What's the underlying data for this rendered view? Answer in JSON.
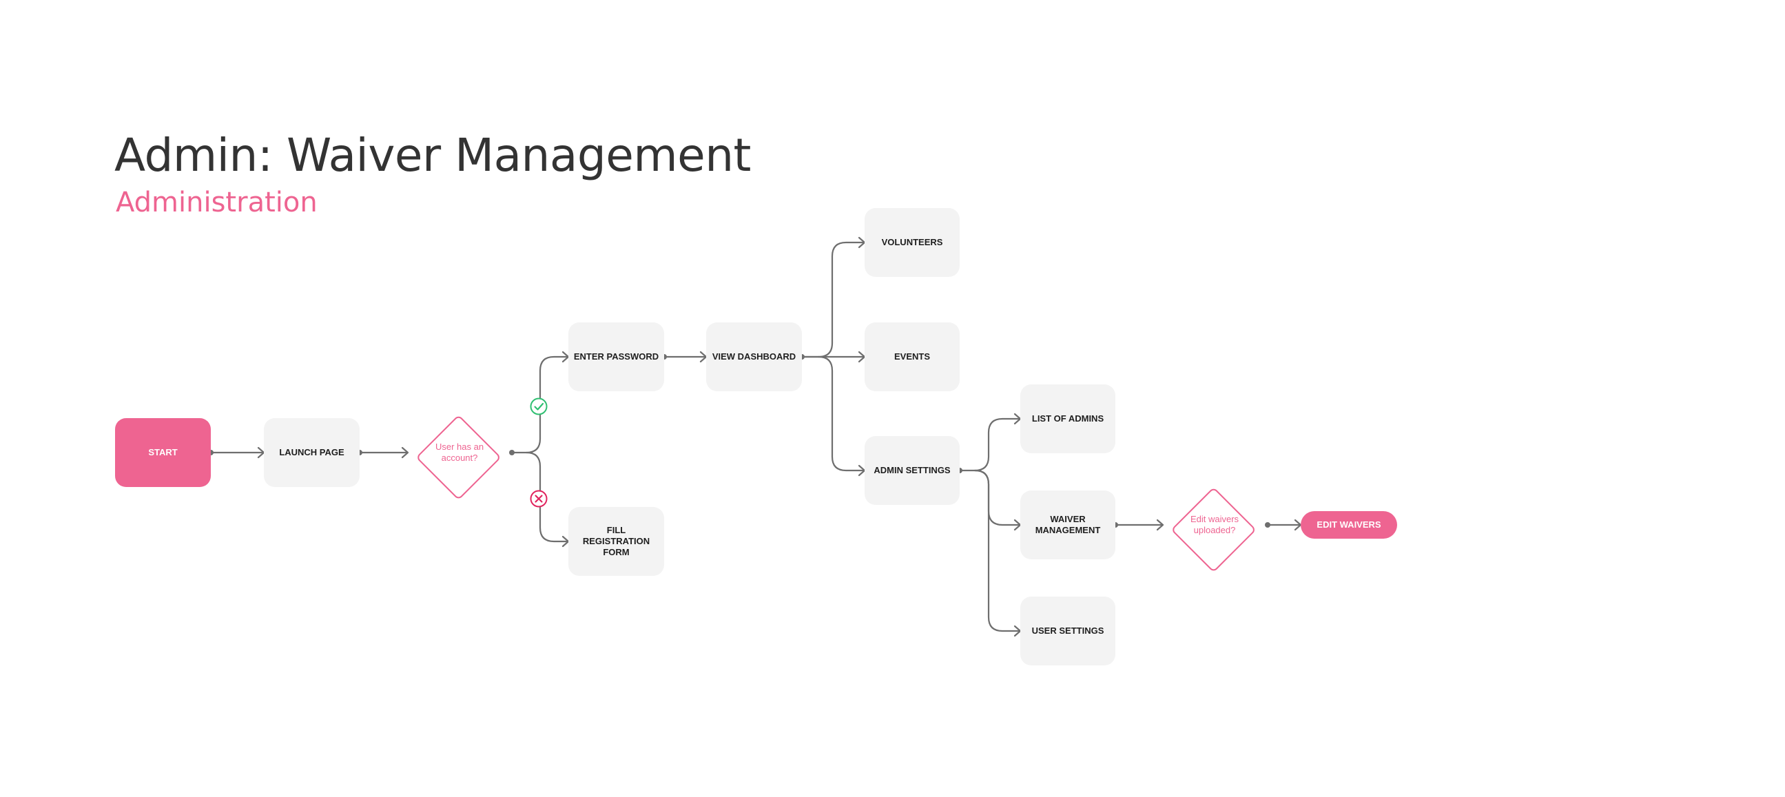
{
  "header": {
    "title": "Admin: Waiver Management",
    "subtitle": "Administration"
  },
  "colors": {
    "accent": "#ee6491",
    "node_fill": "#f3f3f3",
    "connector": "#6e6e6e",
    "success": "#2fbf71",
    "failure": "#e0245e",
    "title_text": "#333333"
  },
  "nodes": {
    "start": "START",
    "launch_page": "LAUNCH PAGE",
    "enter_password": "ENTER PASSWORD",
    "fill_registration": "FILL\nREGISTRATION\nFORM",
    "view_dashboard": "VIEW DASHBOARD",
    "volunteers": "VOLUNTEERS",
    "events": "EVENTS",
    "admin_settings": "ADMIN SETTINGS",
    "list_of_admins": "LIST OF ADMINS",
    "waiver_management": "WAIVER\nMANAGEMENT",
    "user_settings": "USER SETTINGS",
    "edit_waivers": "EDIT WAIVERS"
  },
  "decisions": {
    "has_account": "User has an\naccount?",
    "waivers_uploaded": "Edit waivers\nuploaded?"
  },
  "icons": {
    "yes_branch": "check-circle-icon",
    "no_branch": "x-circle-icon"
  }
}
